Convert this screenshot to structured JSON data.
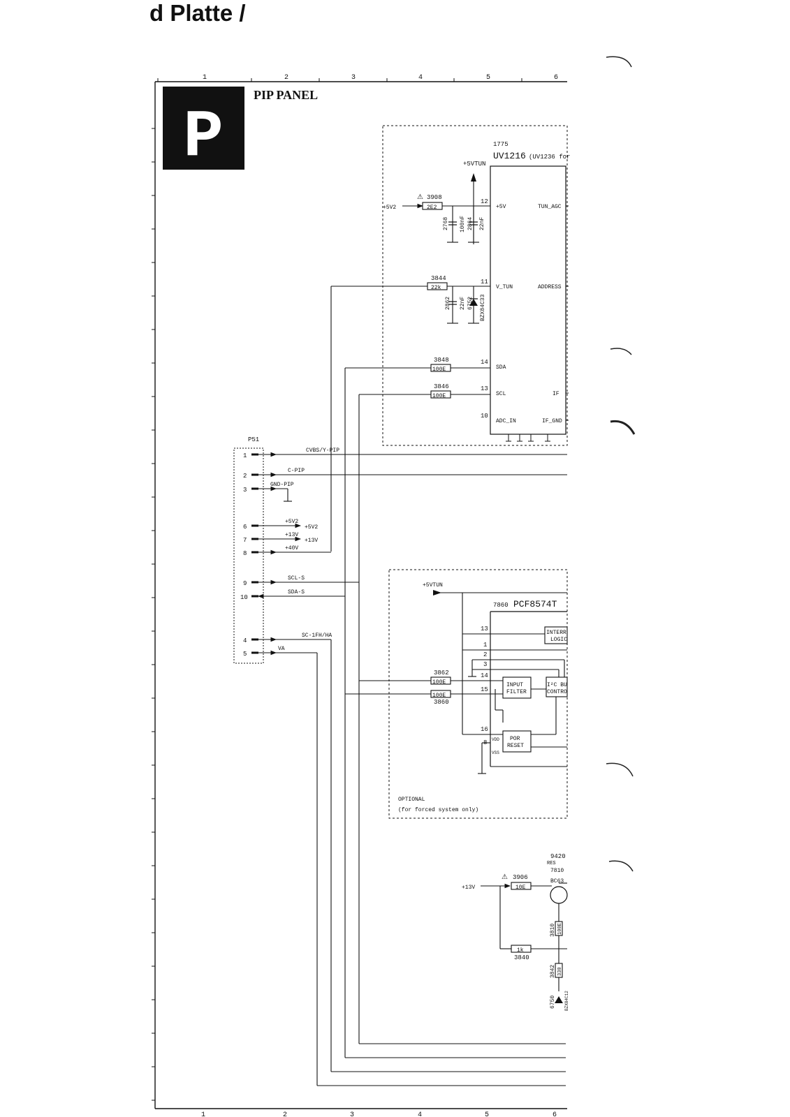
{
  "page": {
    "heading": "d Platte /"
  },
  "panel": {
    "letter": "P",
    "title": "PIP PANEL"
  },
  "ruler": {
    "top_ticks": [
      "1",
      "2",
      "3",
      "4",
      "5",
      "6"
    ],
    "bottom_ticks": [
      "1",
      "2",
      "3",
      "4",
      "5",
      "6"
    ]
  },
  "tuner": {
    "ref": "1775",
    "type": "UV1216",
    "variant": "(UV1236 for",
    "supply_label": "+5VTUN",
    "pins_left": [
      {
        "num": "12",
        "name": "+5V"
      },
      {
        "num": "11",
        "name": "V_TUN"
      },
      {
        "num": "14",
        "name": "SDA"
      },
      {
        "num": "13",
        "name": "SCL"
      },
      {
        "num": "10",
        "name": "ADC_IN"
      }
    ],
    "pins_right": [
      "TUN_AGC",
      "ADDRESS",
      "IF",
      "IF_GND"
    ]
  },
  "components_top": {
    "r3908": {
      "ref": "3908",
      "value": "2E2",
      "source": "+5V2"
    },
    "c2768": {
      "ref": "2768",
      "value": "100nF"
    },
    "c2864": {
      "ref": "2864",
      "value": "22nF"
    },
    "r3844": {
      "ref": "3844",
      "value": "22k"
    },
    "c2862": {
      "ref": "2862",
      "value": "22nF"
    },
    "d6752": {
      "ref": "6752",
      "value": "BZX84C33"
    },
    "r3848": {
      "ref": "3848",
      "value": "100E"
    },
    "r3846": {
      "ref": "3846",
      "value": "100E"
    }
  },
  "connector": {
    "ref": "P51",
    "pins": [
      {
        "num": "1",
        "signal": "CVBS/Y-PIP"
      },
      {
        "num": "2",
        "signal": "C-PIP"
      },
      {
        "num": "3",
        "signal": "GND-PIP"
      },
      {
        "num": "6",
        "signal": "+5V2",
        "out": "+5V2"
      },
      {
        "num": "7",
        "signal": "+13V",
        "out": "+13V"
      },
      {
        "num": "8",
        "signal": "+40V"
      },
      {
        "num": "9",
        "signal": "SCL-S"
      },
      {
        "num": "10",
        "signal": "SDA-S"
      },
      {
        "num": "4",
        "signal": "SC-1FH/HA"
      },
      {
        "num": "5",
        "signal": "VA"
      }
    ]
  },
  "expander": {
    "supply_label": "+5VTUN",
    "ref": "7860",
    "type": "PCF8574T",
    "pins": [
      "13",
      "1",
      "2",
      "3",
      "14",
      "15",
      "16",
      "8"
    ],
    "blocks": {
      "interrupt": [
        "INTERR",
        "LOGIC"
      ],
      "input_filter": [
        "INPUT",
        "FILTER"
      ],
      "i2c": [
        "I²C BU",
        "CONTRO"
      ],
      "por": [
        "POR",
        "RESET"
      ],
      "vdd": "VDD",
      "vss": "VSS"
    },
    "r3862": {
      "ref": "3862",
      "value": "100E"
    },
    "r3860": {
      "ref": "3860",
      "value": "100E"
    },
    "note_line1": "OPTIONAL",
    "note_line2": "(for forced system only)"
  },
  "regulator": {
    "source": "+13V",
    "r3906": {
      "ref": "3906",
      "value": "10E"
    },
    "ref_9420": "9420",
    "res_label": "RES",
    "transistor_ref": "7810",
    "transistor_type": "BC63",
    "r3810": {
      "ref": "3810",
      "value": "100E"
    },
    "r3840": {
      "ref": "3840",
      "value": "1k"
    },
    "r3842": {
      "ref": "3842",
      "value": "330"
    },
    "d6750": {
      "ref": "6750",
      "value": "BZX84C12"
    }
  }
}
